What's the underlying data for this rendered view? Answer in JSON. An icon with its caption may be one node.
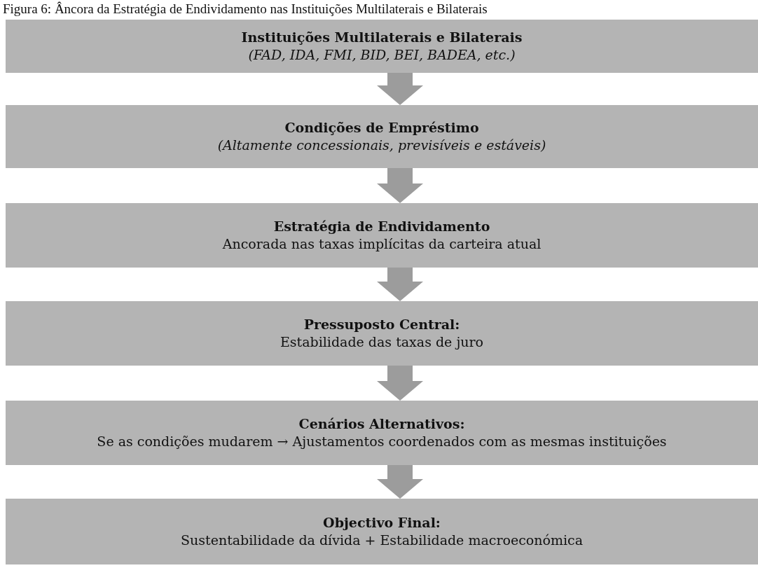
{
  "diagram": {
    "title": "Figura 6: Âncora da Estratégia de Endividamento nas Instituições Multilaterais e Bilaterais",
    "nodes": [
      {
        "text": [
          "Instituições Multilaterais e Bilaterais",
          "(FAD, IDA, FMI, BID, BEI, BADEA, etc.)"
        ]
      },
      {
        "text": [
          "Condições de Empréstimo",
          "(Altamente concessionais, previsíveis e estáveis)"
        ]
      },
      {
        "text": [
          "Estratégia de Endividamento",
          "Ancorada nas taxas implícitas da carteira atual"
        ]
      },
      {
        "text": [
          "Pressuposto Central:",
          "Estabilidade das taxas de juro"
        ]
      },
      {
        "text": [
          "Cenários Alternativos:",
          "Se as condições mudarem → Ajustamentos coordenados com as mesmas instituições"
        ]
      },
      {
        "text": [
          "Objectivo Final:",
          "Sustentabilidade da dívida + Estabilidade macroeconómica"
        ]
      }
    ],
    "edges": [
      {
        "from": 0,
        "to": 1,
        "arrow": "to"
      },
      {
        "from": 1,
        "to": 2,
        "arrow": "to"
      },
      {
        "from": 2,
        "to": 3,
        "arrow": "to"
      },
      {
        "from": 3,
        "to": 4,
        "arrow": "to"
      },
      {
        "from": 4,
        "to": 5,
        "arrow": "to"
      }
    ]
  }
}
